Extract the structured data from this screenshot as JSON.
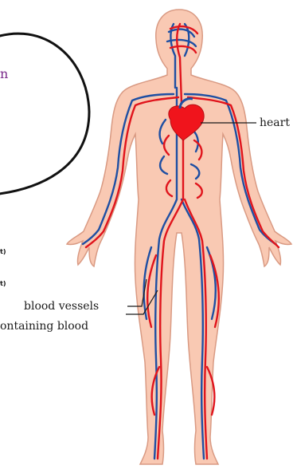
{
  "labels": {
    "heart": "heart",
    "blood_vessels_line1": "blood vessels",
    "blood_vessels_line2": "ontaining blood",
    "cropped_purple": "n",
    "tiny_mark_1": "t)",
    "tiny_mark_2": "t)"
  },
  "colors": {
    "skin": "#f9c9b3",
    "skin_outline": "#d99a83",
    "artery": "#e0141c",
    "vein": "#1e4fa3",
    "heart": "#f0141c",
    "ellipse": "#111111",
    "background": "#ffffff"
  }
}
